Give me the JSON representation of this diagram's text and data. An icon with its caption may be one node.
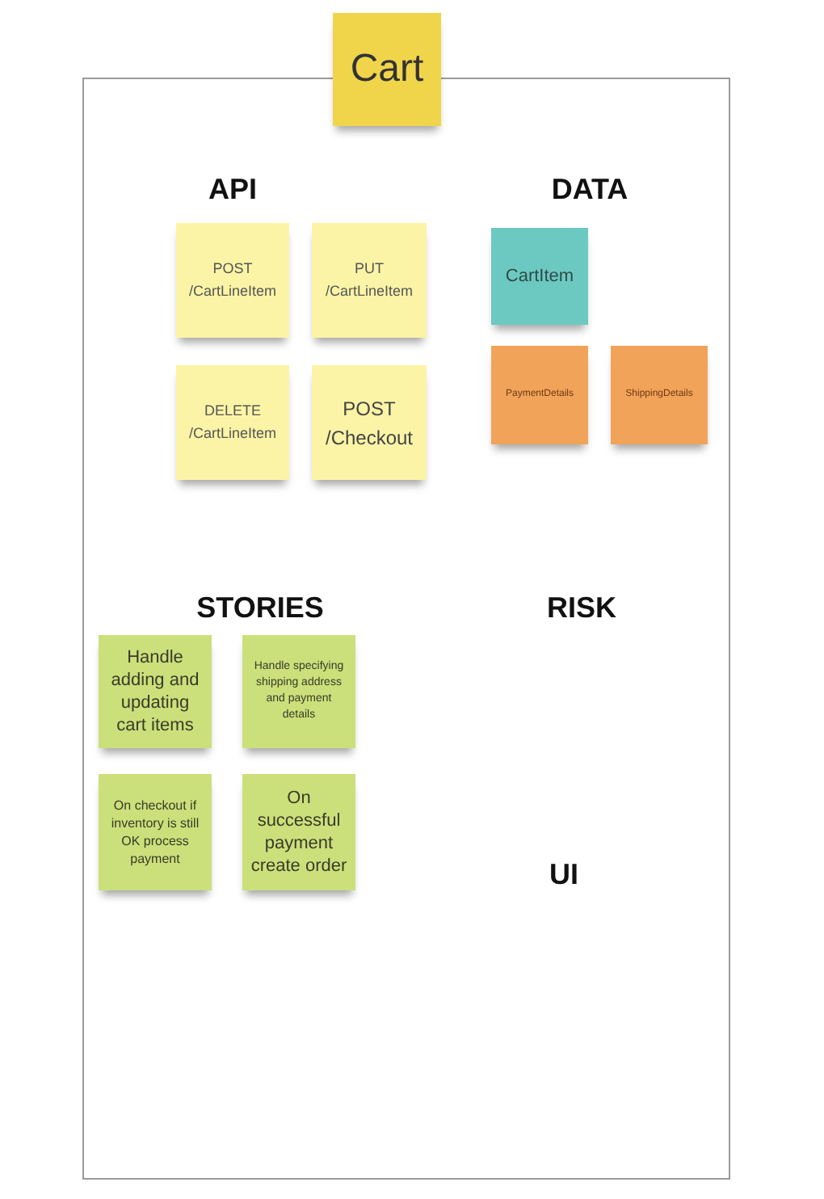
{
  "diagram": {
    "nodes": [
      {
        "text": [],
        "shape": "box"
      },
      {
        "text": [
          "Cart"
        ]
      },
      {
        "text": [
          "POST /CartLineItem"
        ],
        "in": 0
      },
      {
        "text": [
          "PUT /CartLineItem"
        ],
        "in": 0
      },
      {
        "text": [
          "DELETE /CartLineItem"
        ],
        "in": 0
      },
      {
        "text": [
          "POST /Checkout"
        ],
        "in": 0
      },
      {
        "text": [
          "CartItem"
        ],
        "in": 0
      },
      {
        "text": [
          "PaymentDetails"
        ],
        "in": 0
      },
      {
        "text": [
          "ShippingDetails"
        ],
        "in": 0
      },
      {
        "text": [
          "Handle adding and updating cart items"
        ],
        "in": 0
      },
      {
        "text": [
          "Handle specifying shipping address and payment details"
        ],
        "in": 0
      },
      {
        "text": [
          "On checkout if inventory is still OK process payment"
        ],
        "in": 0
      },
      {
        "text": [
          "On successful payment create order"
        ],
        "in": 0
      }
    ],
    "edges": [],
    "labels": [
      "API",
      "DATA",
      "STORIES",
      "RISK",
      "UI"
    ]
  }
}
